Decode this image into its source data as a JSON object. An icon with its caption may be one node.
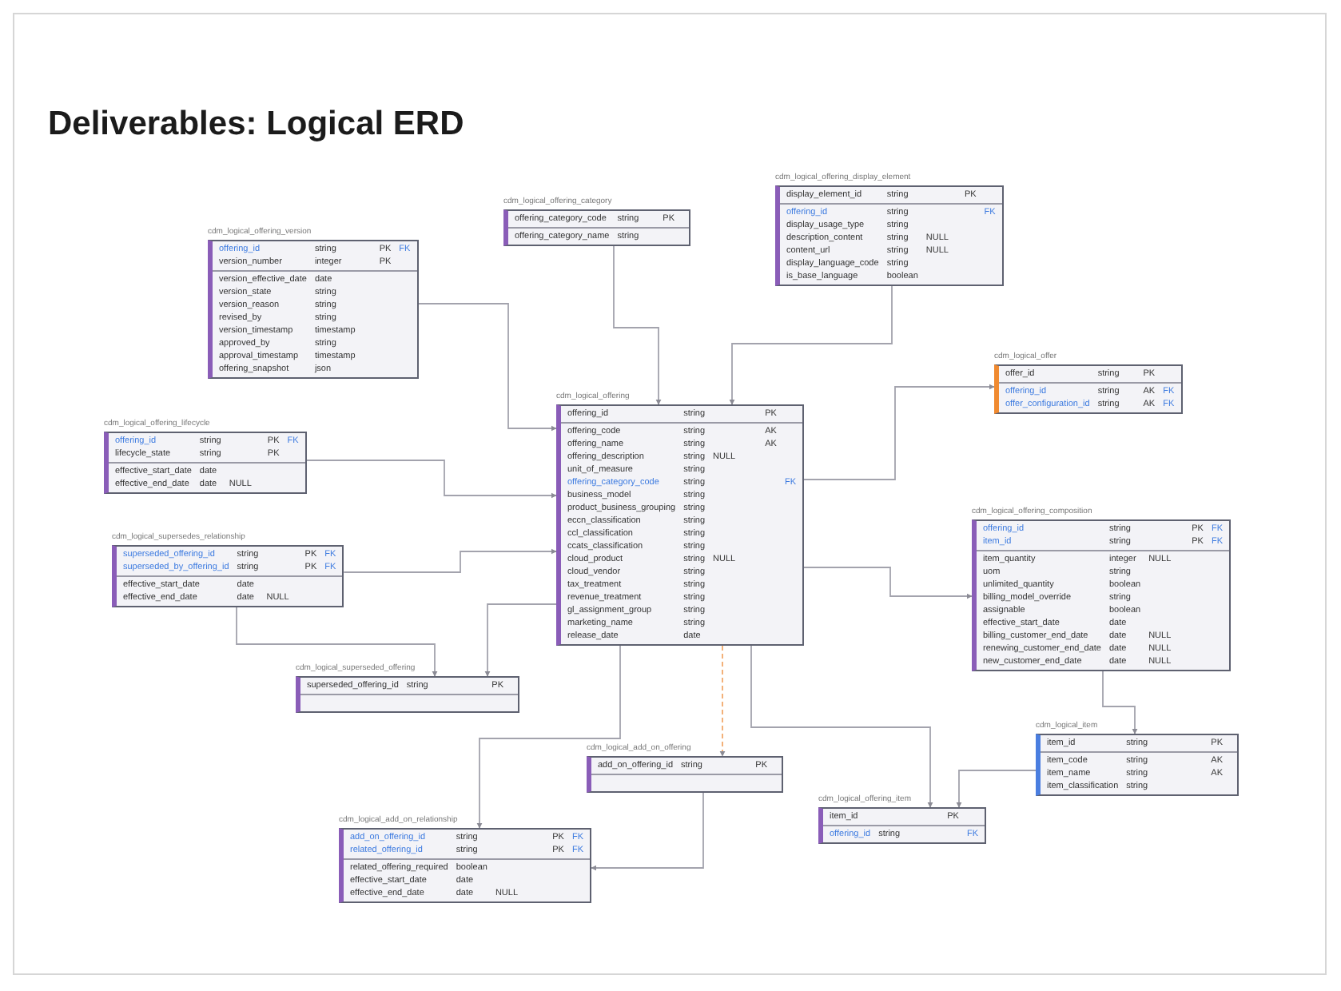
{
  "diagram": {
    "title": "Deliverables: Logical ERD",
    "nodes": [
      {
        "text": [
          "cdm_logical_offering_version",
          "offering_id",
          "string",
          "PK",
          "FK",
          "version_number",
          "integer",
          "PK",
          "version_effective_date",
          "date",
          "version_state",
          "string",
          "version_reason",
          "string",
          "revised_by",
          "string",
          "version_timestamp",
          "timestamp",
          "approved_by",
          "string",
          "approval_timestamp",
          "timestamp",
          "offering_snapshot",
          "json"
        ]
      },
      {
        "text": [
          "cdm_logical_offering_category",
          "offering_category_code",
          "string",
          "PK",
          "offering_category_name",
          "string"
        ]
      },
      {
        "text": [
          "cdm_logical_offering_display_element",
          "display_element_id",
          "string",
          "PK",
          "offering_id",
          "string",
          "FK",
          "display_usage_type",
          "string",
          "description_content",
          "string",
          "NULL",
          "content_url",
          "string",
          "NULL",
          "display_language_code",
          "string",
          "is_base_language",
          "boolean"
        ]
      },
      {
        "text": [
          "cdm_logical_offer",
          "offer_id",
          "string",
          "PK",
          "offering_id",
          "string",
          "AK",
          "FK",
          "offer_configuration_id",
          "string",
          "AK",
          "FK"
        ]
      },
      {
        "text": [
          "cdm_logical_offering_lifecycle",
          "offering_id",
          "string",
          "PK",
          "FK",
          "lifecycle_state",
          "string",
          "PK",
          "effective_start_date",
          "date",
          "effective_end_date",
          "date",
          "NULL"
        ]
      },
      {
        "text": [
          "cdm_logical_supersedes_relationship",
          "superseded_offering_id",
          "string",
          "PK",
          "FK",
          "superseded_by_offering_id",
          "string",
          "PK",
          "FK",
          "effective_start_date",
          "date",
          "effective_end_date",
          "date",
          "NULL"
        ]
      },
      {
        "text": [
          "cdm_logical_superseded_offering",
          "superseded_offering_id",
          "string",
          "PK"
        ]
      },
      {
        "text": [
          "cdm_logical_offering",
          "offering_id",
          "string",
          "PK",
          "offering_code",
          "string",
          "AK",
          "offering_name",
          "string",
          "AK",
          "offering_description",
          "string",
          "NULL",
          "unit_of_measure",
          "string",
          "offering_category_code",
          "string",
          "FK",
          "business_model",
          "string",
          "product_business_grouping",
          "string",
          "eccn_classification",
          "string",
          "ccl_classification",
          "string",
          "ccats_classification",
          "string",
          "cloud_product",
          "string",
          "NULL",
          "cloud_vendor",
          "string",
          "tax_treatment",
          "string",
          "revenue_treatment",
          "string",
          "gl_assignment_group",
          "string",
          "marketing_name",
          "string",
          "release_date",
          "date"
        ]
      },
      {
        "text": [
          "cdm_logical_offering_composition",
          "offering_id",
          "string",
          "PK",
          "FK",
          "item_id",
          "string",
          "PK",
          "FK",
          "item_quantity",
          "integer",
          "NULL",
          "uom",
          "string",
          "unlimited_quantity",
          "boolean",
          "billing_model_override",
          "string",
          "assignable",
          "boolean",
          "effective_start_date",
          "date",
          "billing_customer_end_date",
          "date",
          "NULL",
          "renewing_customer_end_date",
          "date",
          "NULL",
          "new_customer_end_date",
          "date",
          "NULL"
        ]
      },
      {
        "text": [
          "cdm_logical_item",
          "item_id",
          "string",
          "PK",
          "item_code",
          "string",
          "AK",
          "item_name",
          "string",
          "AK",
          "item_classification",
          "string"
        ]
      },
      {
        "text": [
          "cdm_logical_add_on_offering",
          "add_on_offering_id",
          "string",
          "PK"
        ]
      },
      {
        "text": [
          "cdm_logical_offering_item",
          "item_id",
          "PK",
          "offering_id",
          "string",
          "FK"
        ]
      },
      {
        "text": [
          "cdm_logical_add_on_relationship",
          "add_on_offering_id",
          "string",
          "PK",
          "FK",
          "related_offering_id",
          "string",
          "PK",
          "FK",
          "related_offering_required",
          "boolean",
          "effective_start_date",
          "date",
          "effective_end_date",
          "date",
          "NULL"
        ]
      }
    ],
    "edges": [
      {
        "from": 0,
        "to": 7,
        "arrow": "to"
      },
      {
        "from": 1,
        "to": 7,
        "arrow": "to"
      },
      {
        "from": 2,
        "to": 7,
        "arrow": "to"
      },
      {
        "from": 7,
        "to": 3,
        "arrow": "to"
      },
      {
        "from": 4,
        "to": 7,
        "arrow": "to"
      },
      {
        "from": 5,
        "to": 7,
        "arrow": "to"
      },
      {
        "from": 5,
        "to": 6,
        "arrow": "to"
      },
      {
        "from": 7,
        "to": 6,
        "arrow": "to"
      },
      {
        "from": 7,
        "to": 8,
        "arrow": "to"
      },
      {
        "from": 8,
        "to": 9,
        "arrow": "to"
      },
      {
        "from": 7,
        "to": 12,
        "arrow": "to"
      },
      {
        "from": 7,
        "to": 10,
        "arrow": "to",
        "style": "dashed",
        "color": "#f2a96b"
      },
      {
        "from": 7,
        "to": 11,
        "arrow": "to"
      },
      {
        "from": 9,
        "to": 11,
        "arrow": "to"
      },
      {
        "from": 10,
        "to": 12,
        "arrow": "to"
      }
    ]
  }
}
